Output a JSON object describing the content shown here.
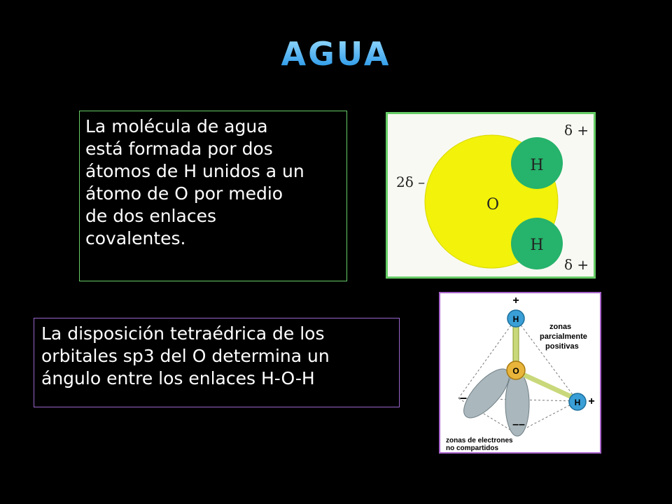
{
  "slide": {
    "title": "AGUA",
    "text_box_1": "La molécula de agua\nestá formada por dos\nátomos de H unidos a un\nátomo de O por medio\nde dos enlaces\ncovalentes.",
    "text_box_2": "La disposición tetraédrica de los\norbitales sp3 del O determina un\nángulo entre los enlaces H-O-H"
  },
  "figure_1": {
    "oxygen_label": "O",
    "hydrogen_label_top": "H",
    "hydrogen_label_bottom": "H",
    "charge_top": "δ +",
    "charge_bottom": "δ +",
    "charge_oxygen": "2δ –",
    "colors": {
      "oxygen": "#f2f20a",
      "hydrogen": "#26b36b"
    }
  },
  "figure_2": {
    "hydrogen_top": "H",
    "hydrogen_right": "H",
    "oxygen": "O",
    "plus_top": "+",
    "plus_right": "+",
    "minus_left": "–",
    "minus_bottom": "––",
    "zones_positive_line1": "zonas",
    "zones_positive_line2": "parcialmente",
    "zones_positive_line3": "positivas",
    "zones_electrons_line1": "zonas de electrones",
    "zones_electrons_line2": "no compartidos"
  }
}
